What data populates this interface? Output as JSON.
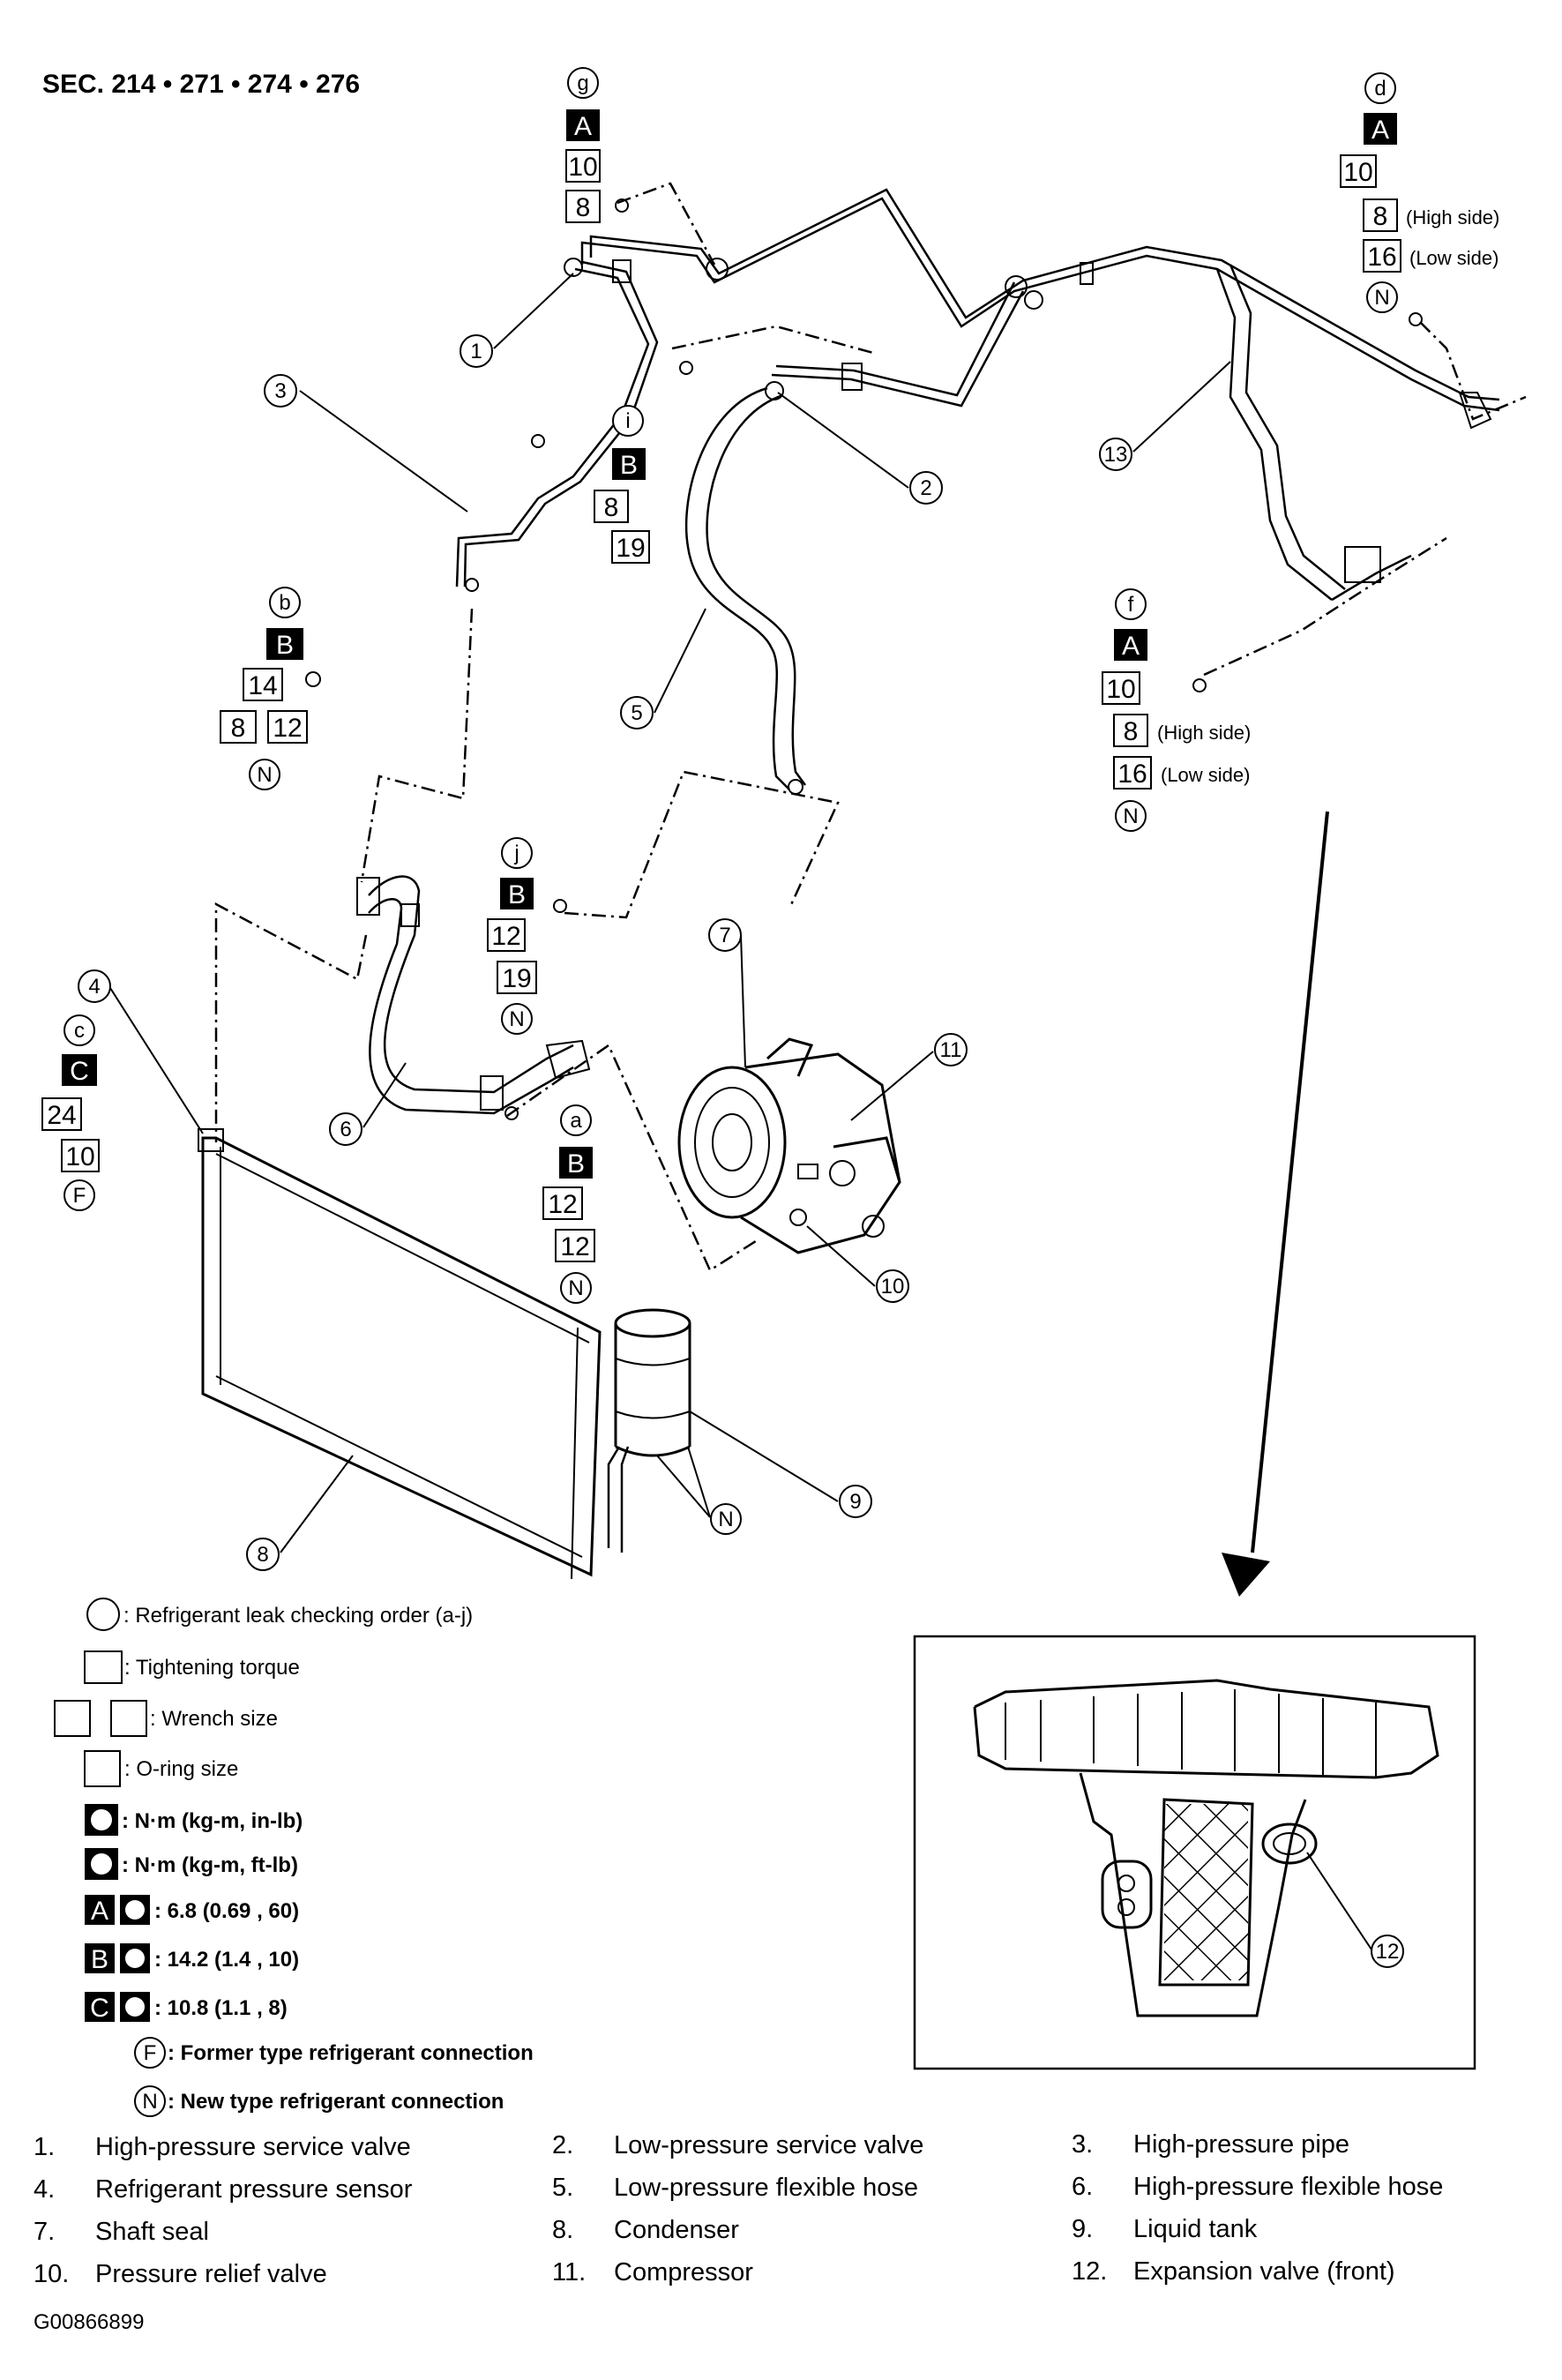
{
  "section_label": "SEC. 214 • 271 • 274 • 276",
  "figure_id": "G00866899",
  "callouts": {
    "g": {
      "letter": "g",
      "grade": "A",
      "vals": [
        "10",
        "8"
      ]
    },
    "d": {
      "letter": "d",
      "grade": "A",
      "vals": [
        "10",
        "8",
        "16"
      ],
      "notes": [
        "(High side)",
        "(Low side)"
      ],
      "conn": "N"
    },
    "i": {
      "letter": "i",
      "grade": "B",
      "vals": [
        "8",
        "19"
      ]
    },
    "b": {
      "letter": "b",
      "grade": "B",
      "vals": [
        "14",
        "8",
        "12"
      ],
      "conn": "N"
    },
    "f": {
      "letter": "f",
      "grade": "A",
      "vals": [
        "10",
        "8",
        "16"
      ],
      "notes": [
        "(High side)",
        "(Low side)"
      ],
      "conn": "N"
    },
    "j": {
      "letter": "j",
      "grade": "B",
      "vals": [
        "12",
        "19"
      ],
      "conn": "N"
    },
    "c": {
      "letter": "c",
      "grade": "C",
      "vals": [
        "24",
        "10"
      ],
      "conn": "F"
    },
    "a": {
      "letter": "a",
      "grade": "B",
      "vals": [
        "12",
        "12"
      ],
      "conn": "N"
    },
    "liquid_tank": {
      "conn": "N"
    }
  },
  "part_markers": [
    "1",
    "2",
    "3",
    "4",
    "5",
    "6",
    "7",
    "8",
    "9",
    "10",
    "11",
    "12",
    "13"
  ],
  "legend": [
    {
      "text": ": Refrigerant leak checking order (a-j)"
    },
    {
      "text": ": Tightening torque"
    },
    {
      "text": ": Wrench size"
    },
    {
      "text": ": O-ring size"
    },
    {
      "text": ": N·m (kg-m, in-lb)"
    },
    {
      "text": ": N·m (kg-m, ft-lb)"
    },
    {
      "grade": "A",
      "text": ": 6.8 (0.69 , 60)"
    },
    {
      "grade": "B",
      "text": ": 14.2 (1.4 , 10)"
    },
    {
      "grade": "C",
      "text": ": 10.8 (1.1 , 8)"
    },
    {
      "letter": "F",
      "text": ": Former type refrigerant connection"
    },
    {
      "letter": "N",
      "text": ": New type refrigerant connection"
    }
  ],
  "parts_list": [
    {
      "num": "1.",
      "name": "High-pressure service valve"
    },
    {
      "num": "2.",
      "name": "Low-pressure service valve"
    },
    {
      "num": "3.",
      "name": "High-pressure pipe"
    },
    {
      "num": "4.",
      "name": "Refrigerant pressure sensor"
    },
    {
      "num": "5.",
      "name": "Low-pressure flexible hose"
    },
    {
      "num": "6.",
      "name": "High-pressure flexible hose"
    },
    {
      "num": "7.",
      "name": "Shaft seal"
    },
    {
      "num": "8.",
      "name": "Condenser"
    },
    {
      "num": "9.",
      "name": "Liquid tank"
    },
    {
      "num": "10.",
      "name": "Pressure relief valve"
    },
    {
      "num": "11.",
      "name": "Compressor"
    },
    {
      "num": "12.",
      "name": "Expansion valve (front)"
    }
  ]
}
